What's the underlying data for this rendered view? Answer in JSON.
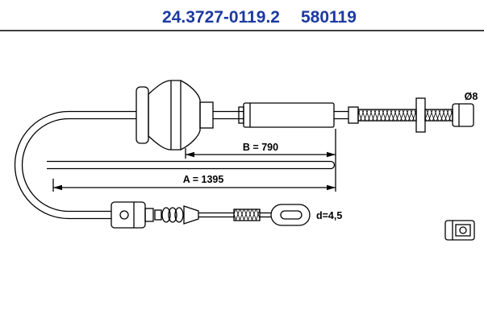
{
  "header": {
    "part_number": "24.3727-0119.2",
    "reference_number": "580119"
  },
  "annotations": {
    "dim_b_label": "B = 790",
    "dim_a_label": "A = 1395",
    "rod_diameter_label": "Ø8",
    "cable_diameter_label": "d=4,5"
  },
  "colors": {
    "title_blue": "#1c3aa0",
    "line": "#000000",
    "background": "#ffffff"
  }
}
